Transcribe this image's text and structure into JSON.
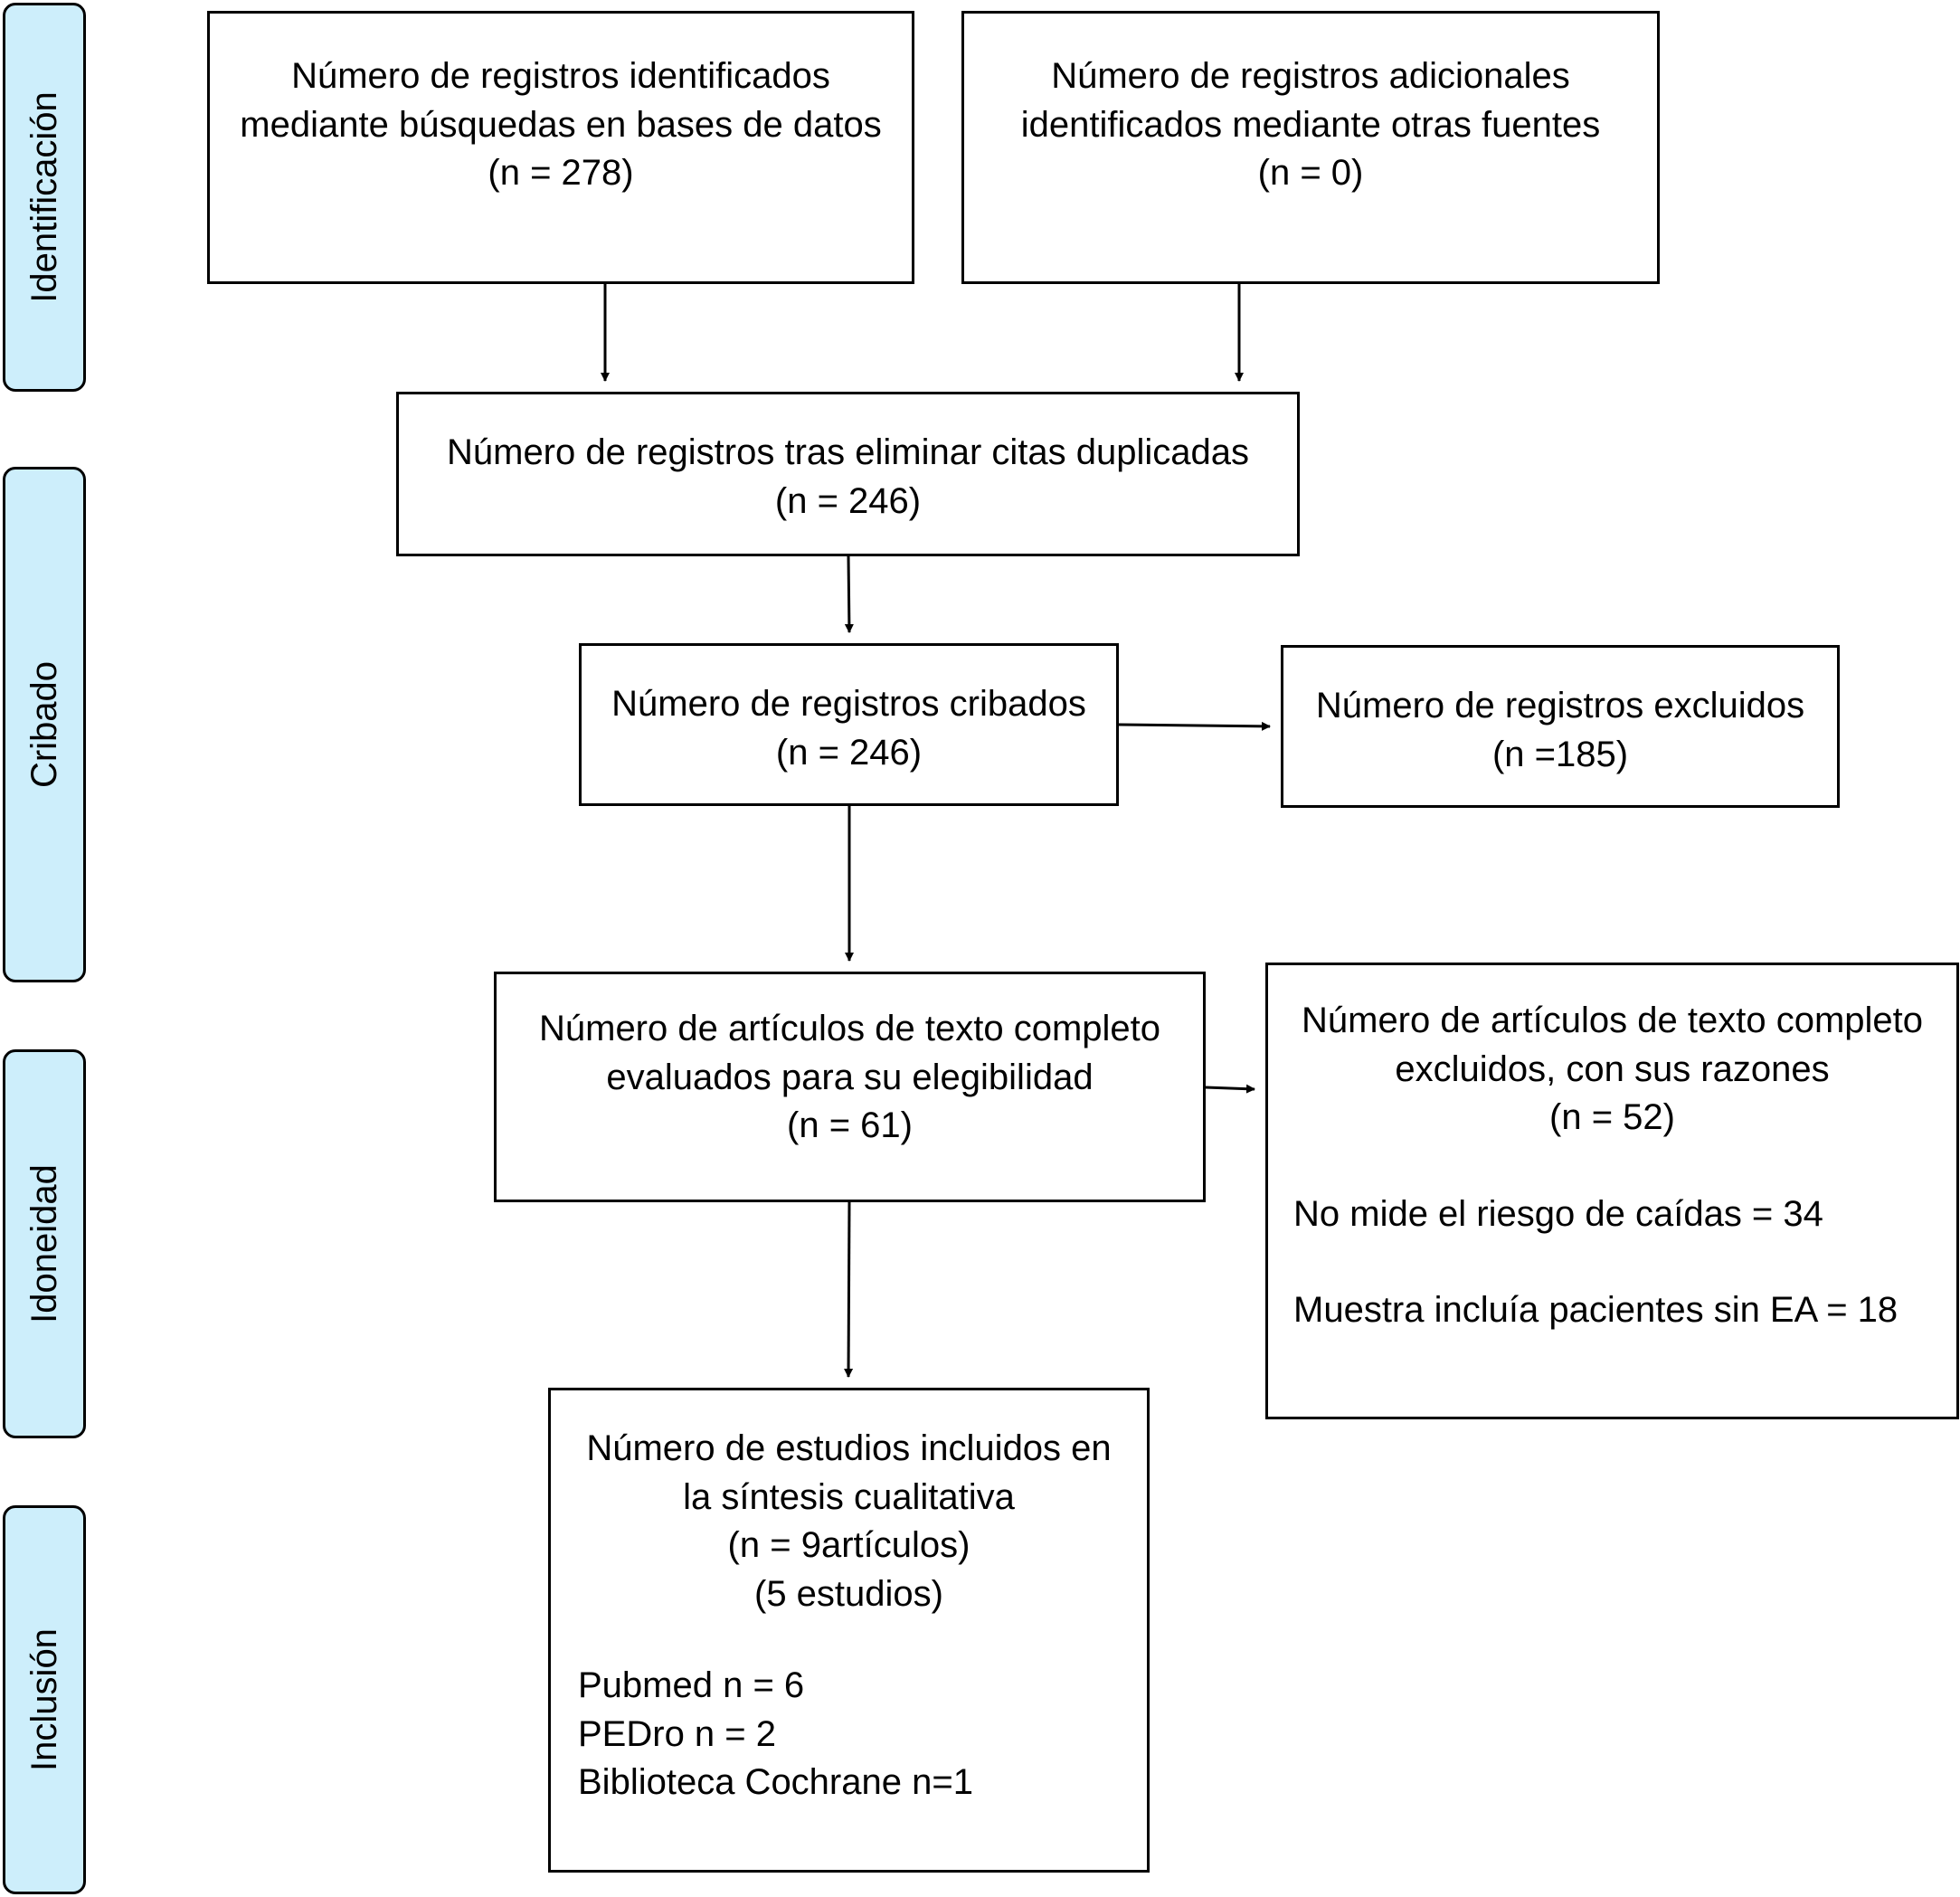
{
  "stages": [
    {
      "id": "identificacion",
      "label": "Identificación"
    },
    {
      "id": "cribado",
      "label": "Cribado"
    },
    {
      "id": "idoneidad",
      "label": "Idoneidad"
    },
    {
      "id": "inclusion",
      "label": "Inclusión"
    }
  ],
  "boxes": {
    "db_records": {
      "lines": [
        "Número de registros identificados",
        "mediante búsquedas en bases de datos",
        "(n = 278)"
      ]
    },
    "other_sources": {
      "lines": [
        "Número de registros adicionales",
        "identificados mediante otras fuentes",
        "(n =  0)"
      ]
    },
    "deduplicated": {
      "lines": [
        "Número de registros tras eliminar citas duplicadas",
        "(n = 246)"
      ]
    },
    "screened": {
      "lines": [
        "Número de registros cribados",
        "(n = 246)"
      ]
    },
    "excluded": {
      "lines": [
        "Número de registros excluidos",
        "(n =185)"
      ]
    },
    "fulltext_assessed": {
      "lines": [
        "Número de artículos de texto completo",
        "evaluados para su elegibilidad",
        "(n =  61)"
      ]
    },
    "fulltext_excluded": {
      "lines": [
        "Número de artículos de texto completo",
        "excluidos, con sus razones",
        "(n  =  52)"
      ],
      "reasons": [
        "No mide el riesgo de caídas = 34",
        "Muestra incluía pacientes sin EA = 18"
      ]
    },
    "included": {
      "lines": [
        "Número de estudios incluidos en",
        "la síntesis cualitativa",
        "(n =  9artículos)",
        "(5 estudios)"
      ],
      "sources": [
        "Pubmed n = 6",
        "PEDro n = 2",
        "Biblioteca Cochrane n=1"
      ]
    }
  }
}
